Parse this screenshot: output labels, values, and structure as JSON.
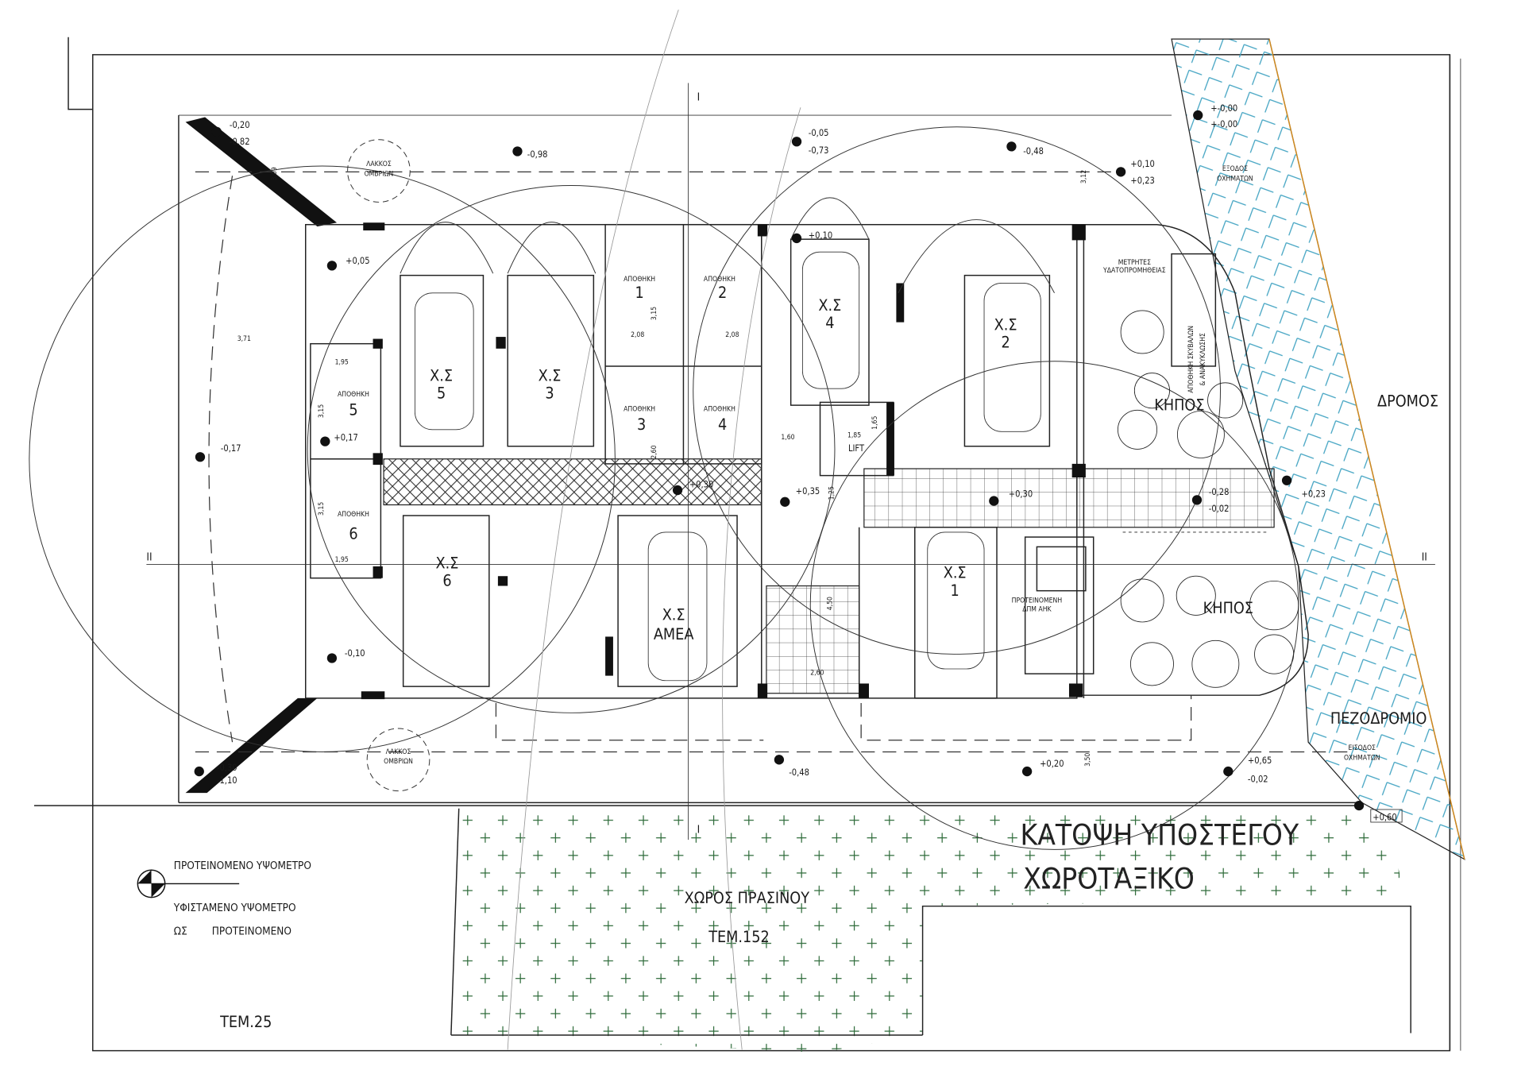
{
  "title": {
    "line1": "ΚΑΤΟΨΗ ΥΠΟΣΤΕΓΟΥ",
    "line2": "ΧΩΡΟΤΑΞΙΚΟ"
  },
  "areas": {
    "green_space": "ΧΩΡΟΣ ΠΡΑΣΙΝΟΥ",
    "plot_152": "ΤΕΜ.152",
    "plot_25": "ΤΕΜ.25",
    "road": "ΔΡΟΜΟΣ",
    "sidewalk": "ΠΕΖΟΔΡΟΜΙΟ",
    "garden_1": "ΚΗΠΟΣ",
    "garden_2": "ΚΗΠΟΣ",
    "vehicle_exit": [
      "ΕΞΟΔΟΣ",
      "ΟΧΗΜΑΤΩΝ"
    ],
    "vehicle_entry": [
      "ΕΙΣΟΔΟΣ",
      "ΟΧΗΜΑΤΩΝ"
    ],
    "rain_pit_top": [
      "ΛΑΚΚΟΣ",
      "ΟΜΒΡΙΩΝ"
    ],
    "rain_pit_bottom": [
      "ΛΑΚΚΟΣ",
      "ΟΜΒΡΙΩΝ"
    ],
    "water_meters": [
      "ΜΕΤΡΗΤΕΣ",
      "ΥΔΑΤΟΠΡΟΜΗΘΕΙΑΣ"
    ],
    "waste_storage": [
      "ΑΠΟΘΗΚΗ ΣΚΥΒΑΛΩΝ",
      "& ΑΝΑΚΥΚΛΩΣΗΣ"
    ],
    "substation": [
      "ΠΡΟΤΕΙΝΟΜΕΝΗ",
      "ΔΠΜ ΑΗΚ"
    ],
    "lift": "LIFT"
  },
  "storage": [
    {
      "label": "ΑΠΟΘΗΚΗ",
      "num": "1"
    },
    {
      "label": "ΑΠΟΘΗΚΗ",
      "num": "2"
    },
    {
      "label": "ΑΠΟΘΗΚΗ",
      "num": "3"
    },
    {
      "label": "ΑΠΟΘΗΚΗ",
      "num": "4"
    },
    {
      "label": "ΑΠΟΘΗΚΗ",
      "num": "5"
    },
    {
      "label": "ΑΠΟΘΗΚΗ",
      "num": "6"
    }
  ],
  "parking": [
    {
      "label": "Χ.Σ",
      "num": "5"
    },
    {
      "label": "Χ.Σ",
      "num": "3"
    },
    {
      "label": "Χ.Σ",
      "num": "4"
    },
    {
      "label": "Χ.Σ",
      "num": "2"
    },
    {
      "label": "Χ.Σ",
      "num": "6"
    },
    {
      "label": "Χ.Σ",
      "num": "ΑΜΕΑ"
    },
    {
      "label": "Χ.Σ",
      "num": "1"
    }
  ],
  "levels": [
    {
      "top": "-0,20",
      "bottom": "-0,82"
    },
    {
      "top": "-0,98"
    },
    {
      "top": "-0,05",
      "bottom": "-0,73"
    },
    {
      "top": "-0,48"
    },
    {
      "top": "+0,10",
      "bottom": "+0,23"
    },
    {
      "top": "+-0,00",
      "bottom": "+-0,00"
    },
    {
      "top": "+0,05"
    },
    {
      "top": "+0,10"
    },
    {
      "top": "+0,17"
    },
    {
      "top": "-0,17"
    },
    {
      "top": "+0,30"
    },
    {
      "top": "+0,35"
    },
    {
      "top": "+0,30"
    },
    {
      "top": "-0,28",
      "bottom": "-0,02"
    },
    {
      "top": "+0,23"
    },
    {
      "top": "-0,10"
    },
    {
      "top": "-0,48"
    },
    {
      "top": "+0,20"
    },
    {
      "top": "+0,65",
      "bottom": "-0,02"
    },
    {
      "top": "+0,60"
    },
    {
      "top": "-0,30",
      "bottom": "-1,10"
    }
  ],
  "dimensions": [
    "3,09",
    "3,71",
    "1,95",
    "3,15",
    "3,15",
    "1,95",
    "3,15",
    "2,08",
    "2,08",
    "2,60",
    "1,60",
    "1,85",
    "1,65",
    "1,25",
    "4,50",
    "2,60",
    "3,12",
    "3,50"
  ],
  "section_marks": {
    "a": "I",
    "b": "I",
    "c": "II",
    "d": "II"
  },
  "legend": {
    "proposed": "ΠΡΟΤΕΙΝΟΜΕΝΟ ΥΨΟΜΕΤΡΟ",
    "existing": "ΥΦΙΣΤΑΜΕΝΟ ΥΨΟΜΕΤΡΟ",
    "as_proposed_1": "ΩΣ",
    "as_proposed_2": "ΠΡΟΤΕΙΝΟΜΕΝΟ"
  },
  "colors": {
    "water_hatch": "#3aa0c0",
    "green_cross": "#2e6b3a",
    "property_line": "#d08a20"
  }
}
